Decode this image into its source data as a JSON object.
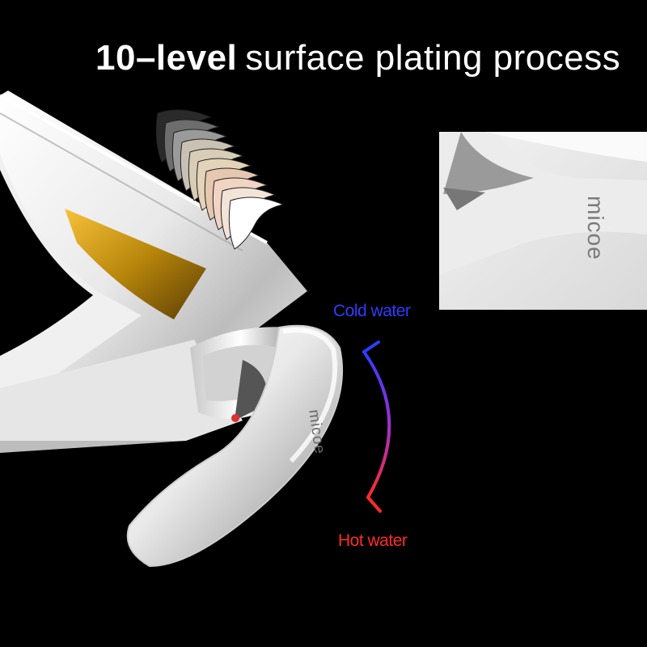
{
  "headline": {
    "bold": "10–level",
    "light": "surface plating process"
  },
  "indicators": {
    "cold_label": "Cold water",
    "hot_label": "Hot water",
    "cold_color": "#2f3cff",
    "hot_color": "#ff2a2a"
  },
  "branding": {
    "logo_inset": "micoe",
    "logo_lever": "micoe"
  },
  "plating": {
    "layer_count": 10,
    "layer_colors": [
      "#2a2a2a",
      "#6d6d6d",
      "#9a9a9a",
      "#c9c2b4",
      "#d8cdb6",
      "#e3d3b8",
      "#e6c7b0",
      "#f0d4c4",
      "#f3e4d8",
      "#ffffff"
    ]
  }
}
